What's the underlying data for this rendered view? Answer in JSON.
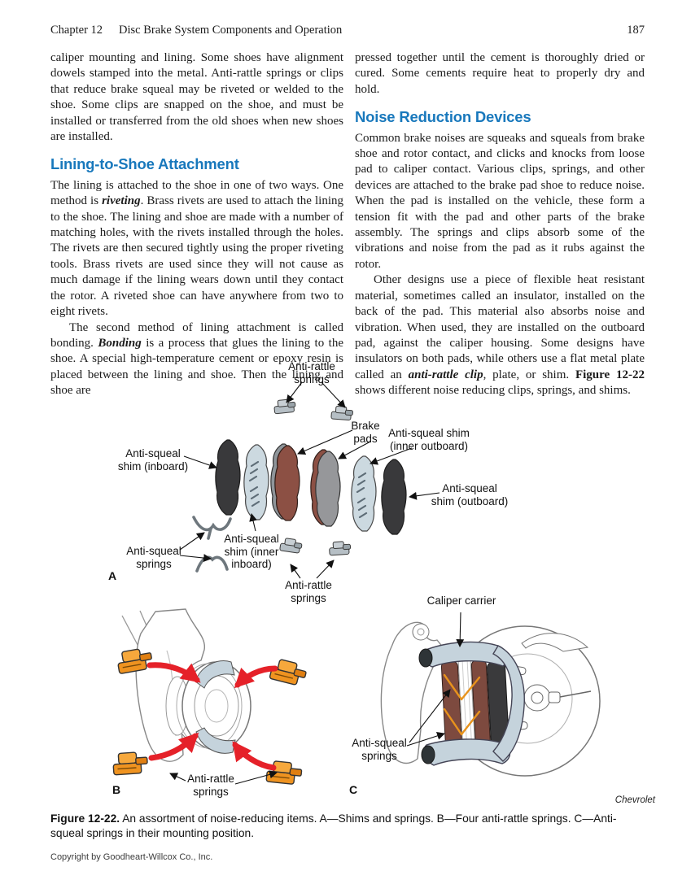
{
  "header": {
    "chapter": "Chapter 12",
    "title": "Disc Brake System Components and Operation",
    "page_number": "187"
  },
  "left_column": {
    "para1": "caliper mounting and lining. Some shoes have alignment dowels stamped into the metal. Anti-rattle springs or clips that reduce brake squeal may be riveted or welded to the shoe. Some clips are snapped on the shoe, and must be installed or transferred from the old shoes when new shoes are installed.",
    "heading": "Lining-to-Shoe Attachment",
    "para2": {
      "s0": "The lining is attached to the shoe in one of two ways. One method is ",
      "s1": "riveting",
      "s2": ". Brass rivets are used to attach the lining to the shoe. The lining and shoe are made with a number of matching holes, with the rivets installed through the holes. The rivets are then secured tightly using the proper riveting tools. Brass rivets are used since they will not cause as much damage if the lining wears down until they contact the rotor. A riveted shoe can have anywhere from two to eight rivets."
    },
    "para3": {
      "s0": "The second method of lining attachment is called bonding. ",
      "s1": "Bonding",
      "s2": " is a process that glues the lining to the shoe. A special high-temperature cement or epoxy resin is placed between the lining and shoe. Then the lining and shoe are"
    }
  },
  "right_column": {
    "para1": "pressed together until the cement is thoroughly dried or cured. Some cements require heat to properly dry and hold.",
    "heading": "Noise Reduction Devices",
    "para2": "Common brake noises are squeaks and squeals from brake shoe and rotor contact, and clicks and knocks from loose pad to caliper contact. Various clips, springs, and other devices are attached to the brake pad shoe to reduce noise. When the pad is installed on the vehicle, these form a tension fit with the pad and other parts of the brake assembly. The springs and clips absorb some of the vibrations and noise from the pad as it rubs against the rotor.",
    "para3": {
      "s0": "Other designs use a piece of flexible heat resistant material, sometimes called an insulator, installed on the back of the pad. This material also absorbs noise and vibration. When used, they are installed on the outboard pad, against the caliper housing. Some designs have insulators on both pads, while others use a flat metal plate called an ",
      "s1": "anti-rattle clip",
      "s2": ", plate, or shim. ",
      "s3": "Figure 12-22",
      "s4": " shows different noise reducing clips, springs, and shims."
    }
  },
  "figure": {
    "labels": {
      "anti_rattle_top": "Anti-rattle\nsprings",
      "brake_pads": "Brake\npads",
      "shim_inner_outboard": "Anti-squeal shim\n(inner outboard)",
      "shim_inboard": "Anti-squeal\nshim (inboard)",
      "shim_outboard": "Anti-squeal\nshim (outboard)",
      "squeal_springs_a": "Anti-squeal\nsprings",
      "shim_inner_inboard": "Anti-squeal\nshim (inner\ninboard)",
      "anti_rattle_mid": "Anti-rattle\nsprings",
      "anti_rattle_b": "Anti-rattle\nsprings",
      "caliper_carrier": "Caliper carrier",
      "squeal_springs_c": "Anti-squeal\nsprings"
    },
    "letters": {
      "a": "A",
      "b": "B",
      "c": "C"
    },
    "credit": "Chevrolet"
  },
  "caption": {
    "label": "Figure 12-22.",
    "text": " An assortment of noise-reducing items. A—Shims and springs. B—Four anti-rattle springs. C—Anti-squeal springs in their mounting position."
  },
  "footer": {
    "copyright": "Copyright by Goodheart-Willcox Co., Inc."
  },
  "colors": {
    "heading_blue": "#1878bc",
    "pad_brown": "#8c5044",
    "shim_dark": "#39393b",
    "shim_light_blue": "#ccd9e0",
    "clip_orange": "#ef9320",
    "arrow_red": "#e52129"
  }
}
